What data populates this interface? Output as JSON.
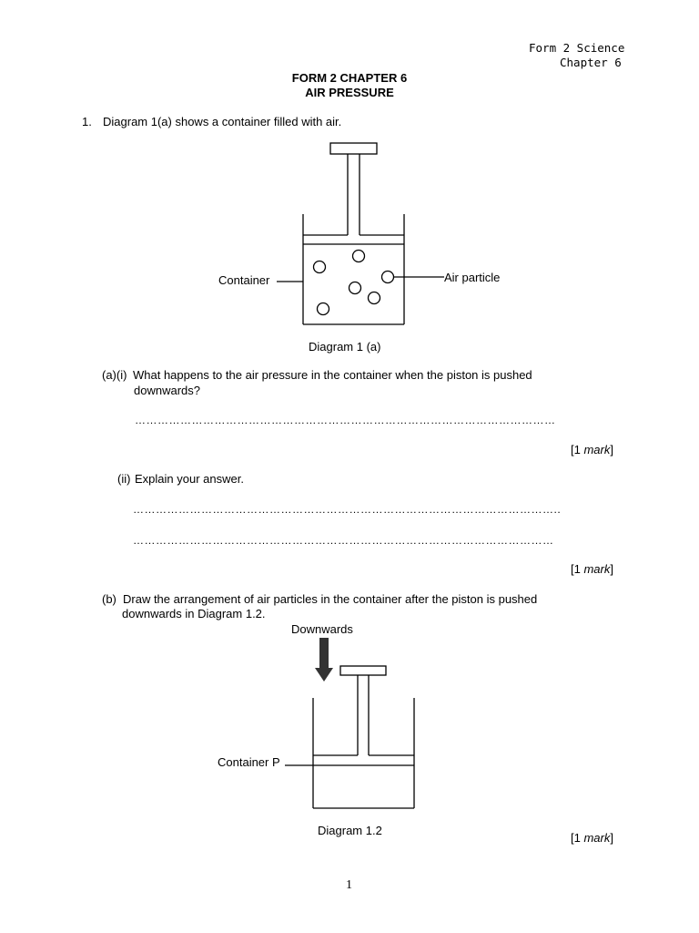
{
  "header": {
    "subject": "Form 2 Science",
    "chapter": "Chapter 6"
  },
  "title": {
    "line1": "FORM 2 CHAPTER 6",
    "line2": "AIR PRESSURE"
  },
  "question1": {
    "number": "1.",
    "intro": "Diagram 1(a) shows a container filled with air.",
    "diagram1a": {
      "label_container": "Container",
      "label_particle": "Air particle",
      "caption": "Diagram 1 (a)"
    },
    "part_a_i": {
      "label": "(a)(i)",
      "text_line1": "What happens to the air pressure in the container when the piston is pushed",
      "text_line2": "downwards?",
      "answer_line": "…………………………………………………………………………………………………",
      "marks": "[1 mark]"
    },
    "part_a_ii": {
      "label": "(ii)",
      "text": "Explain your answer.",
      "answer_line1": "…………………………………………………………………………………………………..",
      "answer_line2": "…………………………………………………………………………………………………",
      "marks": "[1 mark]"
    },
    "part_b": {
      "label": "(b)",
      "text_line1": "Draw the arrangement of air particles in the container after the piston is pushed",
      "text_line2": "downwards in Diagram 1.2.",
      "diagram12": {
        "label_downwards": "Downwards",
        "label_container": "Container P",
        "caption": "Diagram 1.2"
      },
      "marks": "[1 mark]"
    }
  },
  "footer": {
    "page_number": "1"
  }
}
